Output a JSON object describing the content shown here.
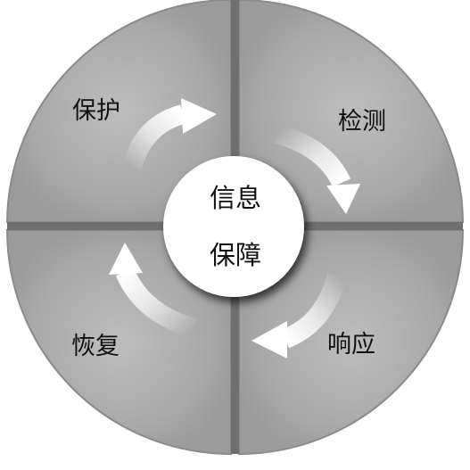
{
  "center": {
    "line1": "信息",
    "line2": "保障"
  },
  "quadrants": {
    "top_left": "保护",
    "top_right": "检测",
    "bottom_right": "响应",
    "bottom_left": "恢复"
  },
  "colors": {
    "quadrant_fill": "#a9a9a9",
    "quadrant_light": "#c4c4c4",
    "outline": "#8a8a8a",
    "arrow": "#ffffff",
    "center_fill": "#ffffff"
  }
}
